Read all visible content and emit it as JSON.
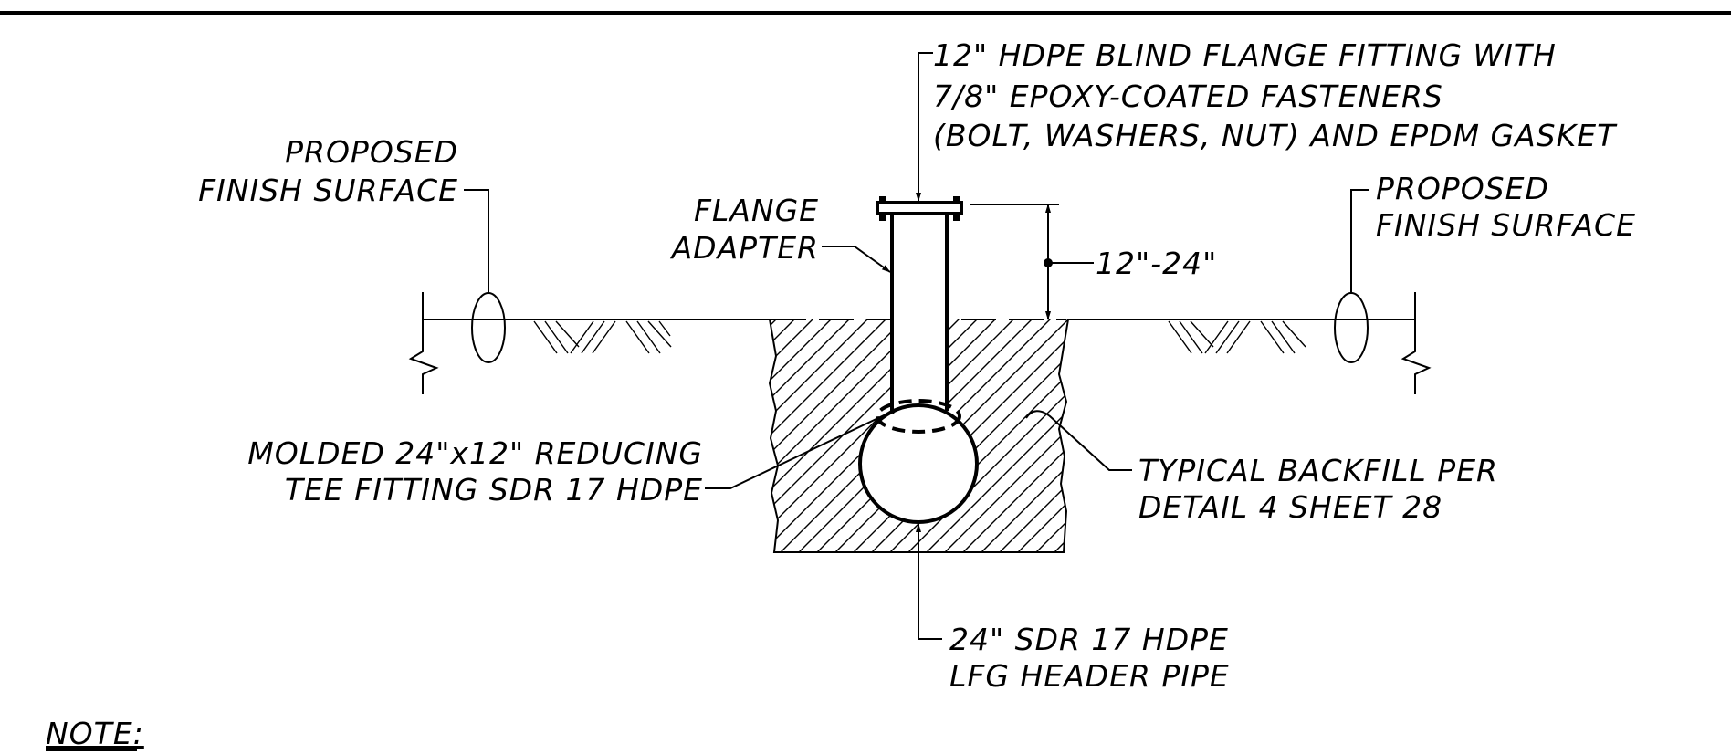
{
  "labels": {
    "flange_fitting": {
      "line1": "12\" HDPE BLIND FLANGE FITTING WITH",
      "line2": "7/8\" EPOXY-COATED FASTENERS",
      "line3": "(BOLT, WASHERS, NUT) AND EPDM GASKET"
    },
    "finish_surface_left": {
      "line1": "PROPOSED",
      "line2": "FINISH SURFACE"
    },
    "finish_surface_right": {
      "line1": "PROPOSED",
      "line2": "FINISH SURFACE"
    },
    "flange_adapter": {
      "line1": "FLANGE",
      "line2": "ADAPTER"
    },
    "riser_height": "12\"-24\"",
    "reducing_tee": {
      "line1": "MOLDED 24\"x12\" REDUCING",
      "line2": "TEE FITTING SDR 17 HDPE"
    },
    "backfill": {
      "line1": "TYPICAL BACKFILL PER",
      "line2": "DETAIL 4 SHEET 28"
    },
    "header_pipe": {
      "line1": "24\" SDR 17 HDPE",
      "line2": "LFG HEADER PIPE"
    },
    "note_heading": "NOTE:"
  }
}
